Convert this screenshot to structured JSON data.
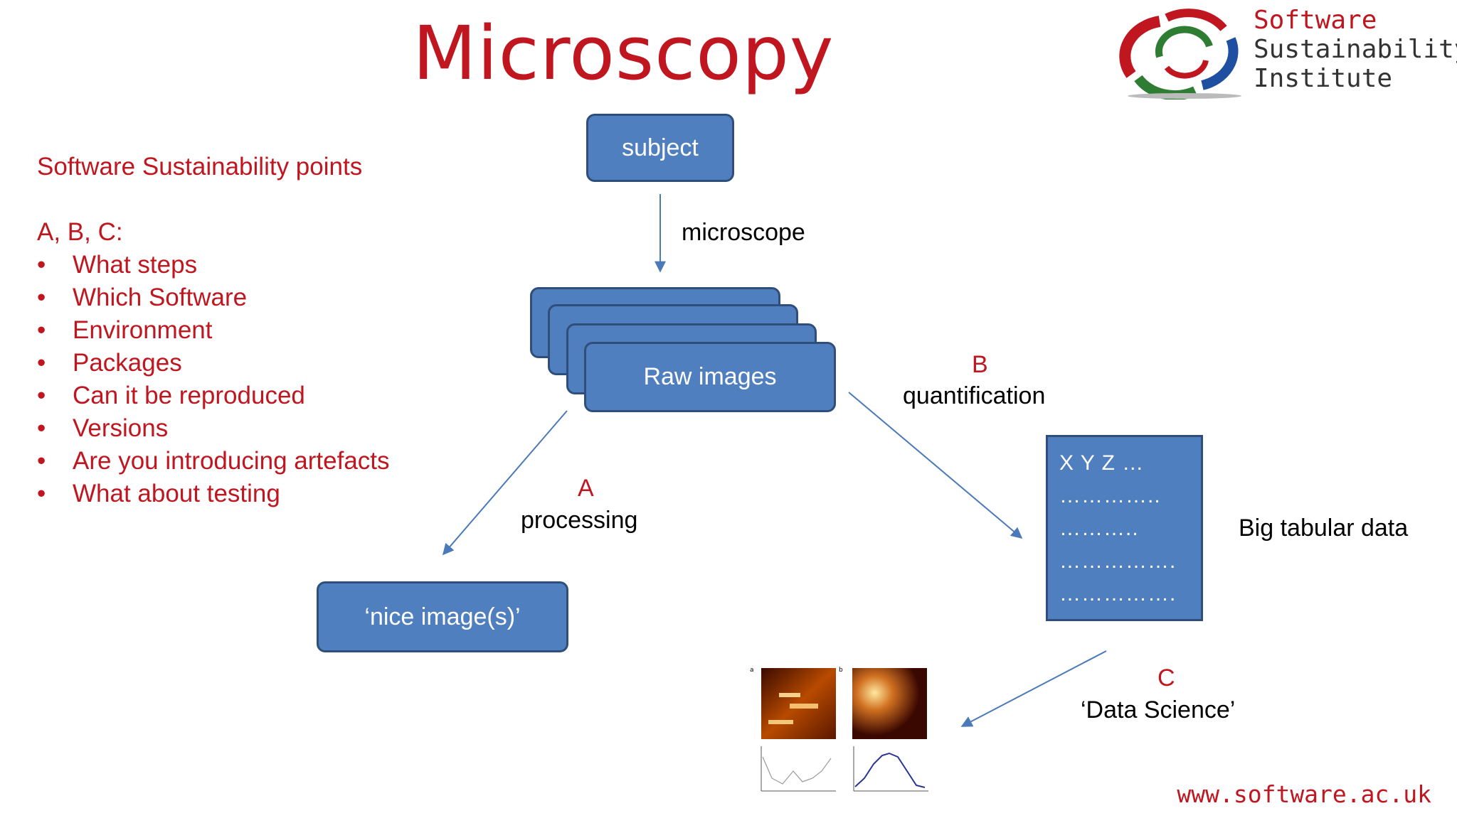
{
  "title": "Microscopy",
  "logo": {
    "line1": "Software",
    "line2": "Sustainability",
    "line3": "Institute",
    "colors": [
      "#2e7d32",
      "#c0161f",
      "#1e4fa0"
    ]
  },
  "left_panel": {
    "heading": "Software Sustainability points",
    "sub_heading": "A, B, C:",
    "bullet_glyph": "•",
    "items": [
      "What steps",
      "Which Software",
      "Environment",
      "Packages",
      "Can it be reproduced",
      "Versions",
      "Are you introducing artefacts",
      "What about testing"
    ]
  },
  "diagram": {
    "subject": "subject",
    "microscope": "microscope",
    "raw_images": "Raw images",
    "b_letter": "B",
    "b_label": "quantification",
    "a_letter": "A",
    "a_label": "processing",
    "nice_images": "‘nice image(s)’",
    "table_rows": [
      "X  Y  Z  …",
      "…………..",
      "………..",
      "…………….",
      "……………."
    ],
    "big_tabular": "Big tabular data",
    "c_letter": "C",
    "c_label": "‘Data Science’",
    "thumb_labels": [
      "a",
      "b"
    ]
  },
  "colors": {
    "accent_red": "#c0161f",
    "box_fill": "#4f7fbf",
    "box_border": "#2f4f7a",
    "arrow": "#4a7ab8"
  },
  "footer_url": "www.software.ac.uk"
}
